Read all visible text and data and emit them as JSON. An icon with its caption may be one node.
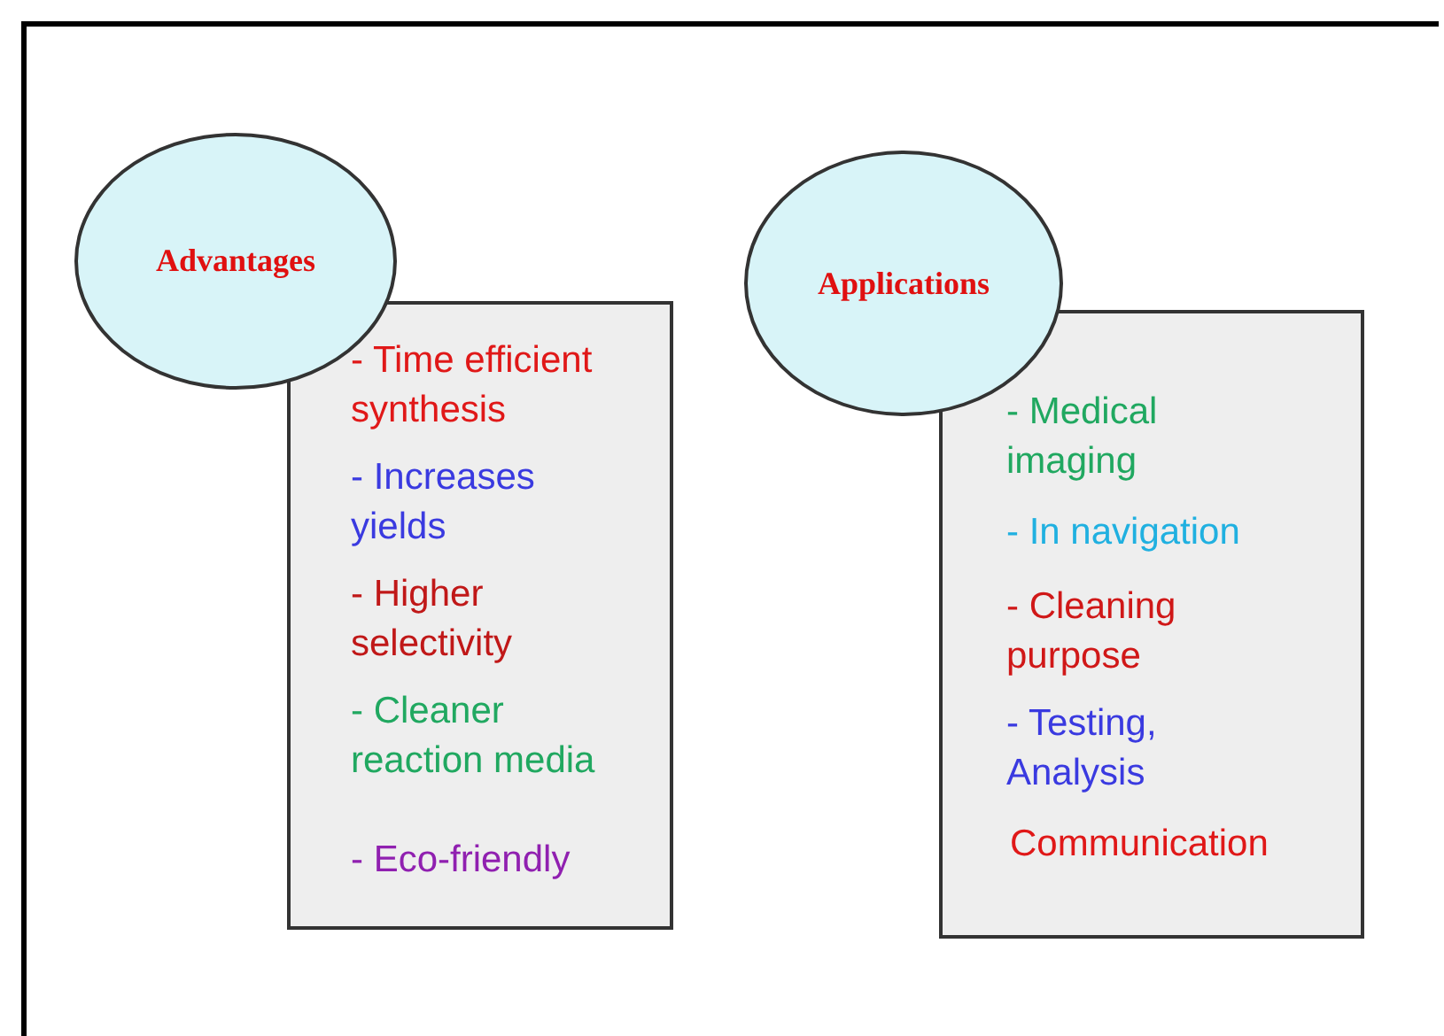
{
  "diagram": {
    "nodes": [
      {
        "text": [
          "Advantages"
        ]
      },
      {
        "text": [
          "- Time efficient synthesis",
          "- Increases yields",
          "- Higher selectivity",
          "- Cleaner reaction media",
          "- Eco-friendly"
        ]
      },
      {
        "text": [
          "Applications"
        ]
      },
      {
        "text": [
          "- Medical imaging",
          "- In navigation",
          "- Cleaning purpose",
          "- Testing, Analysis",
          "Communication"
        ]
      }
    ]
  }
}
